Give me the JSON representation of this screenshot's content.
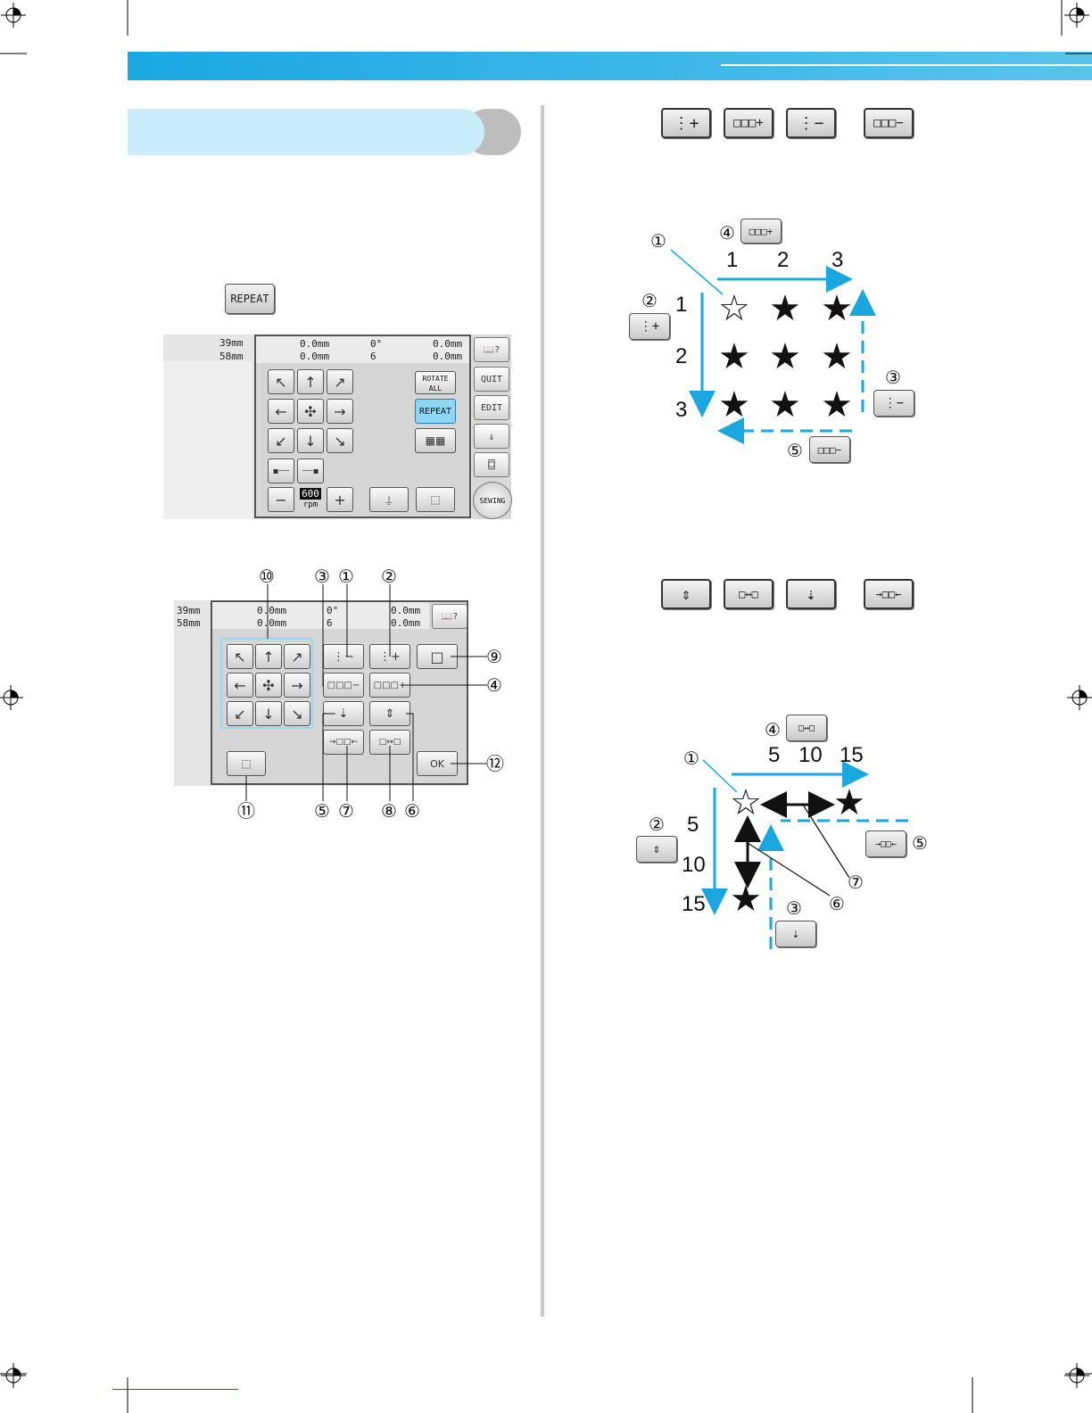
{
  "colors": {
    "accent": "#1aa7e0",
    "header_light": "#c9ecfb",
    "gray": "#bdbdbd"
  },
  "buttons": {
    "repeat": "REPEAT",
    "rows_plus": "⋮+",
    "cols_plus": "□□□+",
    "rows_minus": "⋮−",
    "cols_minus": "□□□−",
    "v_space": "⇕",
    "h_space": "□↔□",
    "v_space_dec": "⇣",
    "h_space_dec": "→□□←"
  },
  "screen1": {
    "size_h": "39mm",
    "size_w": "58mm",
    "pos_v": "0.0mm",
    "pos_h": "0.0mm",
    "angle": "0°",
    "colors_count": "6",
    "space_v": "0.0mm",
    "space_h": "0.0mm",
    "rotate_all": "ROTATE ALL",
    "repeat": "REPEAT",
    "quit": "QUIT",
    "edit": "EDIT",
    "sewing": "SEWING",
    "speed": "600",
    "speed_unit": "rpm",
    "minus": "−",
    "plus": "+"
  },
  "screen2": {
    "size_h": "39mm",
    "size_w": "58mm",
    "pos_v": "0.0mm",
    "pos_h": "0.0mm",
    "angle": "0°",
    "colors_count": "6",
    "space_v": "0.0mm",
    "space_h": "0.0mm",
    "ok": "OK"
  },
  "callouts_screen2": [
    "⑩",
    "③",
    "①",
    "②",
    "⑨",
    "④",
    "⑫",
    "⑪",
    "⑤",
    "⑦",
    "⑧",
    "⑥"
  ],
  "diagram1": {
    "col_numbers": [
      "1",
      "2",
      "3"
    ],
    "row_numbers": [
      "1",
      "2",
      "3"
    ],
    "callouts": [
      "①",
      "②",
      "③",
      "④",
      "⑤"
    ]
  },
  "diagram2": {
    "col_numbers": [
      "5",
      "10",
      "15"
    ],
    "row_numbers": [
      "5",
      "10",
      "15"
    ],
    "callouts": [
      "①",
      "②",
      "③",
      "④",
      "⑤",
      "⑥",
      "⑦"
    ]
  }
}
